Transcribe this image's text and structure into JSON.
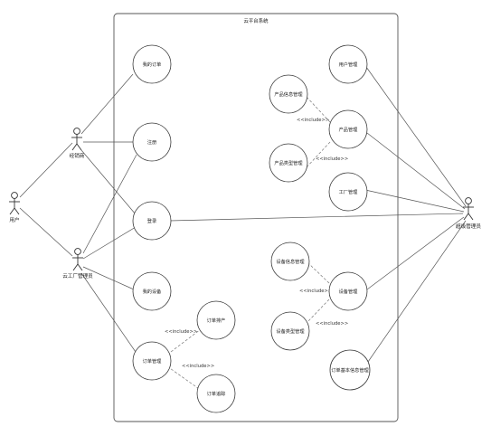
{
  "system": {
    "title": "云平台系统"
  },
  "actors": {
    "user": "用户",
    "supplier": "经销商",
    "factory_admin": "云工厂管理员",
    "platform_admin": "超级管理员"
  },
  "use_cases": {
    "my_orders": "我的订单",
    "register": "注册",
    "login": "登录",
    "my_devices": "我的设备",
    "order_mgmt": "订单管理",
    "order_schedule": "订单排产",
    "order_track": "订单追踪",
    "user_mgmt": "用户管理",
    "product_info_mgmt": "产品信息管理",
    "product_mgmt": "产品管理",
    "product_type_mgmt": "产品类型管理",
    "factory_mgmt": "工厂管理",
    "device_info_mgmt": "设备信息管理",
    "device_mgmt": "设备管理",
    "device_type_mgmt": "设备类型管理",
    "order_base_info_mgmt": "订单基本信息管理"
  },
  "relations": {
    "include": "<<include>>"
  }
}
